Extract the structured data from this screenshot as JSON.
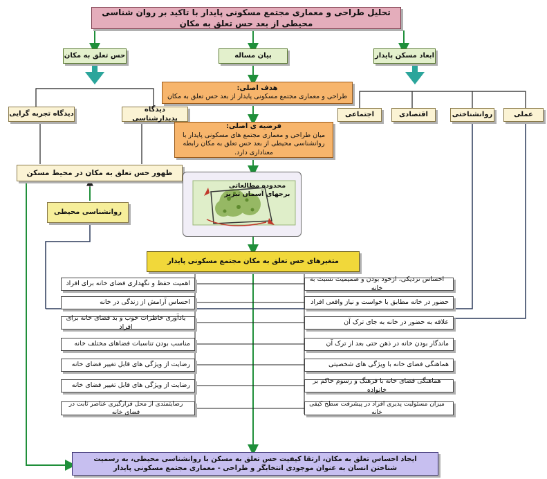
{
  "title": "تحلیل طراحی و معماری مجتمع مسکونی پایدار با تاکید بر روان شناسی محیطی از بعد حس تعلق به مکان",
  "branches": {
    "left": "حس تعلق به مکان",
    "center": "بیان مساله",
    "right": "ابعاد مسکن پایدار"
  },
  "views": {
    "experiential": "دیدگاه تجربه گرایی",
    "phenomenological": "دیدگاه پدیدارشناسی"
  },
  "dimensions": [
    "اجتماعی",
    "اقتصادی",
    "روانشناختی",
    "عملی"
  ],
  "goal": {
    "heading": "هدف اصلی:",
    "text": "طراحی و معماری مجتمع مسکونی پایدار از بعد حس تعلق به مکان"
  },
  "hypothesis": {
    "heading": "فرضیه ی اصلی:",
    "text": "میان طراحی و معماری مجتمع های مسکونی پایدار با روانشناسی محیطی از بعد حس تعلق به مکان رابطه معناداری دارد."
  },
  "emergence": "ظهور حس تعلق به مکان در محیط مسکن",
  "env_psych": "روانشناسی محیطی",
  "study_area": "محدوده مطالعاتی برجهای آسمان تبریز",
  "variables_title": "متغیرهای حس تعلق به مکان مجتمع مسکونی پایدار",
  "left_items": [
    "اهمیت حفظ و نگهداری فضای خانه برای افراد",
    "احساس آرامش از زندگی در خانه",
    "یادآوری خاطرات خوب و بد فضای خانه برای افراد",
    "مناسب بودن تناسبات فضاهای مختلف خانه",
    "رضایت از ویژگی های قابل تغییر فضای خانه",
    "رضایت از ویژگی های قابل تغییر فضای خانه",
    "رضایتمندی از محل قرارگیری عناصر ثابت در فضای خانه"
  ],
  "right_items": [
    "احساس نزدیکی، ازخود بودن و صمیمیت نسبت به خانه",
    "حضور در خانه مطابق با خواست و نیاز واقعی افراد",
    "علاقه به حضور در خانه به جای ترک آن",
    "ماندگار بودن خانه در ذهن حتی بعد از ترک آن",
    "هماهنگی فضای خانه با ویژگی های شخصیتی",
    "هماهنگی فضای خانه با فرهنگ و رسوم حاکم بر خانواده",
    "میزان مسئولیت پذیری افراد در پیشرفت سطح کیفی خانه"
  ],
  "conclusion": "ایجاد احساس تعلق به مکان، ارتقا کیفیت حس تعلق به مسکن با روانشناسی محیطی، به رسمیت شناختن انسان به عنوان موجودی انتخابگر و طراحی - معماری مجتمع مسکونی پایدار",
  "colors": {
    "title_bg": "#e4adbb",
    "branch_bg": "#e3f0cc",
    "cream_bg": "#fbf3d4",
    "orange_bg": "#f7b56c",
    "yellow_bg": "#f1d83a",
    "conclusion_bg": "#c7bff0",
    "teal_arrow": "#2ba59b",
    "green_line": "#1f8f3a",
    "navy_line": "#2c3a5a"
  }
}
